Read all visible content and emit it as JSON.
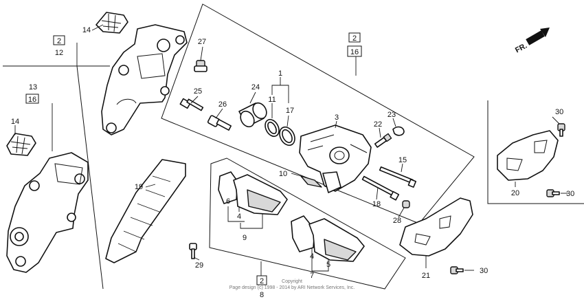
{
  "direction_label": "FR.",
  "callouts": {
    "c1": "1",
    "c2a": "2",
    "c2b": "2",
    "c2c": "2",
    "c3": "3",
    "c4a": "4",
    "c4b": "4",
    "c5": "5",
    "c6": "6",
    "c7": "7",
    "c8": "8",
    "c9": "9",
    "c10": "10",
    "c11": "11",
    "c12": "12",
    "c13": "13",
    "c14a": "14",
    "c14b": "14",
    "c15": "15",
    "c16a": "16",
    "c16b": "16",
    "c17": "17",
    "c18": "18",
    "c19": "19",
    "c20": "20",
    "c21": "21",
    "c22": "22",
    "c23": "23",
    "c24": "24",
    "c25": "25",
    "c26": "26",
    "c27": "27",
    "c28": "28",
    "c29": "29",
    "c30a": "30",
    "c30b": "30",
    "c30c": "30"
  },
  "copyright_line1": "Copyright",
  "copyright_line2": "Page design (c) 1998 - 2014 by ARI Network Services, Inc."
}
